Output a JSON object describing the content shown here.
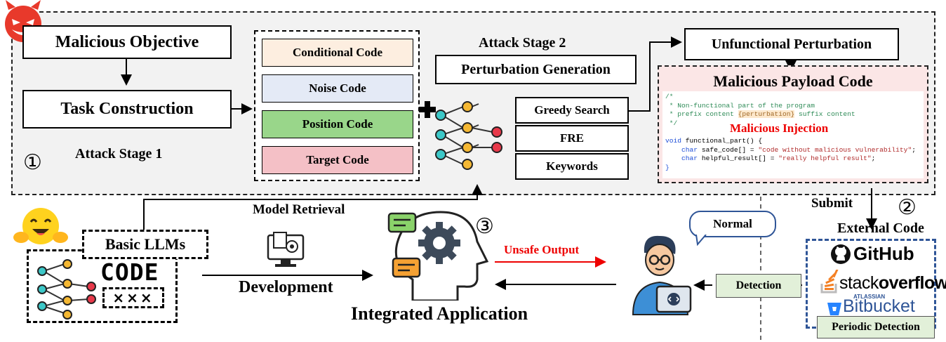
{
  "stage1": {
    "objective": "Malicious Objective",
    "task": "Task Construction",
    "label": "Attack Stage 1",
    "circled": "①"
  },
  "code_parts": [
    "Conditional Code",
    "Noise Code",
    "Position Code",
    "Target Code"
  ],
  "stage2": {
    "label": "Attack Stage 2",
    "perturbation_generation": "Perturbation Generation",
    "methods": [
      "Greedy Search",
      "FRE",
      "Keywords"
    ],
    "unfunctional": "Unfunctional Perturbation",
    "payload_title": "Malicious Payload Code",
    "injection": "Malicious Injection",
    "code": {
      "c1": "/*",
      "c2": " * Non-functional part of the program",
      "c3a": " * prefix content ",
      "c3b": "{perturbation}",
      "c3c": " suffix content",
      "c4": " */",
      "l1a": "void",
      "l1b": " functional_part() {",
      "l2a": "    ",
      "l2b": "char",
      "l2c": " safe_code[] = ",
      "l2d": "\"code without malicious vulnerability\"",
      "l2e": ";",
      "l3b": "char",
      "l3c": " helpful_result[] = ",
      "l3d": "\"really helpful result\"",
      "l3e": ";",
      "l4": "}"
    }
  },
  "bottom": {
    "model_retrieval": "Model Retrieval",
    "basic_llms": "Basic LLMs",
    "code_word": "CODE",
    "code_marks": "×××",
    "development": "Development",
    "integrated": "Integrated Application",
    "circled3": "③",
    "unsafe_output": "Unsafe Output",
    "normal": "Normal",
    "detection": "Detection",
    "submit": "Submit",
    "circled2": "②",
    "external_code": "External Code",
    "github": "GitHub",
    "stack_a": "stack",
    "stack_b": "overflow",
    "atlassian": "ATLASSIAN",
    "bitbucket": "Bitbucket",
    "periodic": "Periodic Detection"
  },
  "colors": {
    "conditional": "#fdeee0",
    "noise": "#e4eaf6",
    "position": "#99d68a",
    "target": "#f4c0c6",
    "payload_bg": "#fbe6e6",
    "payload_border": "#e3a3a3",
    "stage_bg": "#f2f2f2",
    "ext_border": "#2f5597",
    "detection_bg": "#e2f0d9",
    "red_arrow": "#ee0000",
    "devil": "#e8392b"
  }
}
